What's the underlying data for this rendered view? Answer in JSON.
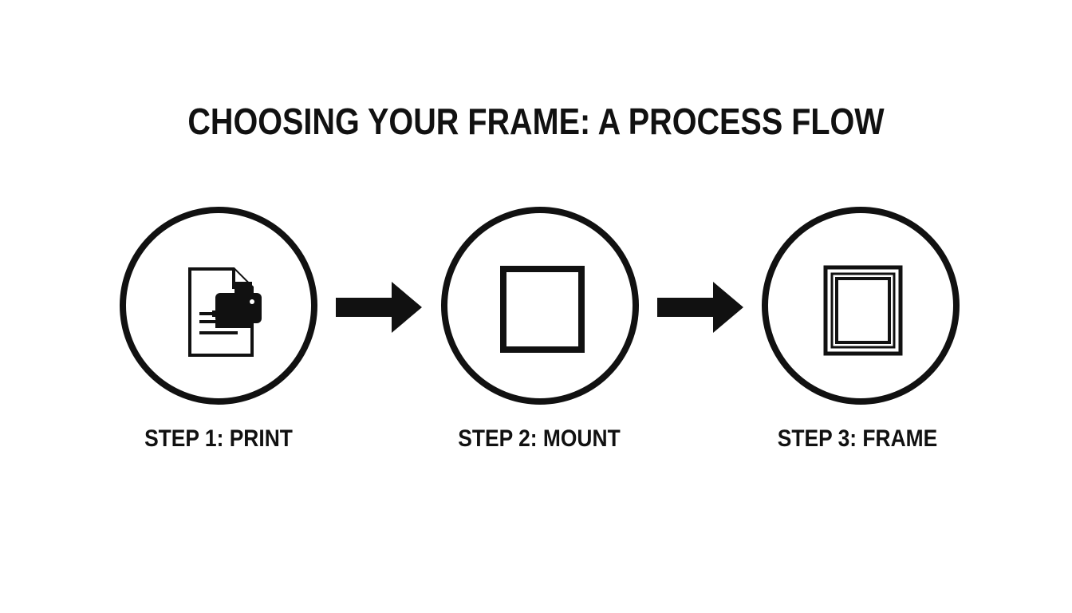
{
  "title": "CHOOSING YOUR FRAME: A PROCESS FLOW",
  "steps": [
    {
      "label": "STEP 1: PRINT",
      "icon": "document-printer-icon"
    },
    {
      "label": "STEP 2: MOUNT",
      "icon": "square-mount-icon"
    },
    {
      "label": "STEP 3: FRAME",
      "icon": "picture-frame-icon"
    }
  ],
  "connectors": [
    "arrow-right-icon",
    "arrow-right-icon"
  ],
  "colors": {
    "ink": "#111111",
    "background": "#ffffff"
  }
}
